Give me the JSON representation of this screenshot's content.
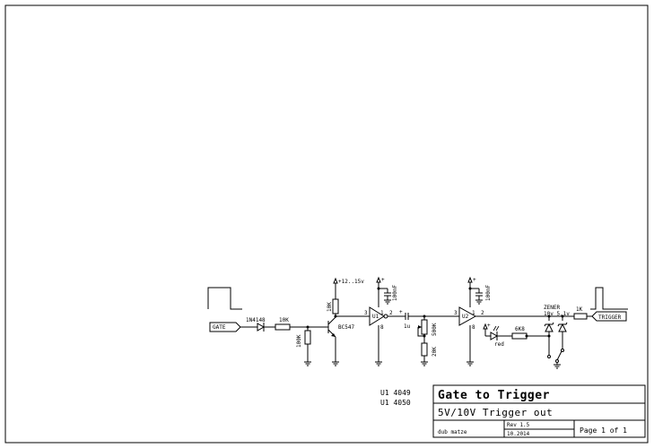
{
  "title_block": {
    "title": "Gate to Trigger",
    "subtitle": "5V/10V Trigger out",
    "author": "dub matze",
    "revision": "Rev 1.5",
    "date": "10.2014",
    "page": "Page 1 of 1"
  },
  "notes": {
    "u1": "U1 4049",
    "u2": "U1 4050"
  },
  "ports": {
    "input": "GATE",
    "output": "TRIGGER"
  },
  "components": {
    "diode": "1N4148",
    "r_series": "10K",
    "r_base": "100K",
    "r_collector": "10K",
    "transistor": "BC547",
    "supply": "+12..15v",
    "cap_u1": "100nF",
    "u1_name": "U1",
    "coupling_cap": "1u",
    "r_pot": "500K",
    "r_bottom": "20K",
    "cap_u2": "100nF",
    "u2_name": "U2",
    "led": "red",
    "r_led": "6K8",
    "zener": "ZENER",
    "zener_vals": "10v  5.1v",
    "r_out": "1K"
  },
  "pins": {
    "p1": "1",
    "p2": "2",
    "p8": "8",
    "p3": "3",
    "plus": "+"
  }
}
